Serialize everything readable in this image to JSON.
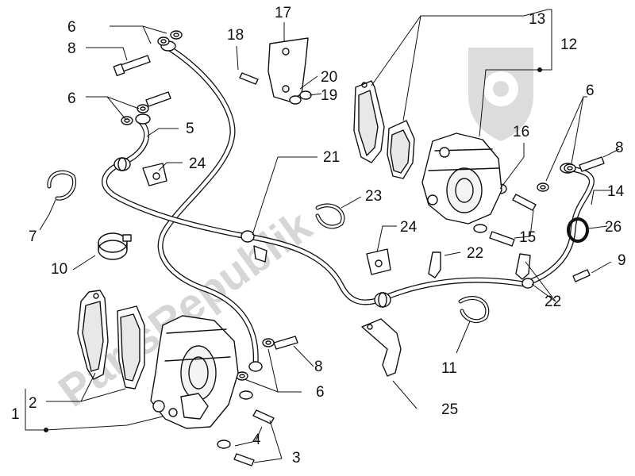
{
  "watermark": {
    "text": "PartsRepublik",
    "icon": "gear-shield-logo"
  },
  "callouts": [
    {
      "id": "c6a",
      "label": "6"
    },
    {
      "id": "c8a",
      "label": "8"
    },
    {
      "id": "c6b",
      "label": "6"
    },
    {
      "id": "c5",
      "label": "5"
    },
    {
      "id": "c24a",
      "label": "24"
    },
    {
      "id": "c7",
      "label": "7"
    },
    {
      "id": "c10",
      "label": "10"
    },
    {
      "id": "c17",
      "label": "17"
    },
    {
      "id": "c18",
      "label": "18"
    },
    {
      "id": "c20",
      "label": "20"
    },
    {
      "id": "c19",
      "label": "19"
    },
    {
      "id": "c21",
      "label": "21"
    },
    {
      "id": "c23",
      "label": "23"
    },
    {
      "id": "c24b",
      "label": "24"
    },
    {
      "id": "c22a",
      "label": "22"
    },
    {
      "id": "c13",
      "label": "13"
    },
    {
      "id": "c12",
      "label": "12"
    },
    {
      "id": "c16",
      "label": "16"
    },
    {
      "id": "c6c",
      "label": "6"
    },
    {
      "id": "c8b",
      "label": "8"
    },
    {
      "id": "c14",
      "label": "14"
    },
    {
      "id": "c26",
      "label": "26"
    },
    {
      "id": "c15",
      "label": "15"
    },
    {
      "id": "c9",
      "label": "9"
    },
    {
      "id": "c22b",
      "label": "22"
    },
    {
      "id": "c11",
      "label": "11"
    },
    {
      "id": "c25",
      "label": "25"
    },
    {
      "id": "c8c",
      "label": "8"
    },
    {
      "id": "c6d",
      "label": "6"
    },
    {
      "id": "c2",
      "label": "2"
    },
    {
      "id": "c1",
      "label": "1"
    },
    {
      "id": "c4",
      "label": "4"
    },
    {
      "id": "c3",
      "label": "3"
    }
  ]
}
